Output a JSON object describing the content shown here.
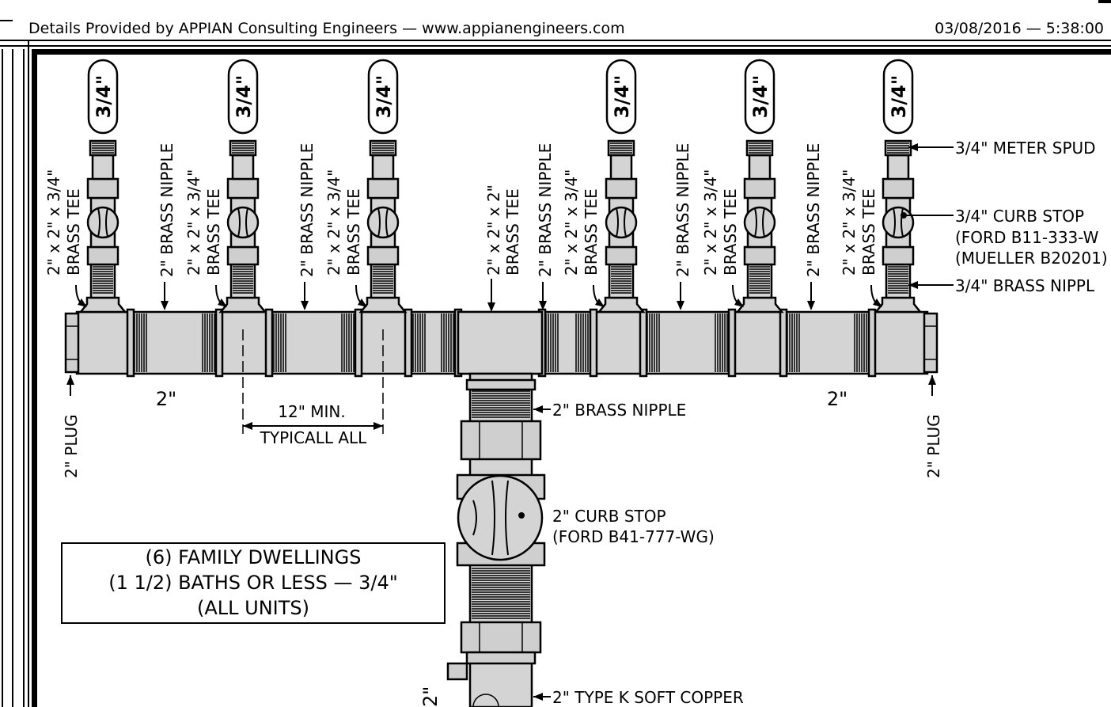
{
  "header": {
    "provider_text": "Details Provided by APPIAN Consulting Engineers — www.appianengineers.com",
    "timestamp": "03/08/2016 — 5:38:00"
  },
  "labels": {
    "service_size": "3/4\"",
    "brass_tee_size": "2\" x 2\" x 3/4\"",
    "brass_tee": "BRASS TEE",
    "brass_nipple_2": "2\" BRASS NIPPLE",
    "center_tee_size": "2\" x 2\" x 2\"",
    "plug": "2\" PLUG",
    "main_size": "2\"",
    "spacing": "12\" MIN.",
    "spacing_note": "TYPICALL ALL",
    "meter_spud": "3/4\" METER SPUD",
    "curb_stop_small": "3/4\" CURB STOP",
    "curb_stop_small_ford": "(FORD B11-333-W",
    "curb_stop_small_mueller": "(MUELLER B20201)",
    "brass_nipple_small": "3/4\" BRASS NIPPL",
    "brass_nipple_vertical": "2\" BRASS NIPPLE",
    "curb_stop_main": "2\" CURB STOP",
    "curb_stop_main_ford": "(FORD B41-777-WG)",
    "copper": "2\" TYPE K SOFT COPPER",
    "copper_size": "2\""
  },
  "note_box": {
    "line1": "(6) FAMILY DWELLINGS",
    "line2": "(1 1/2) BATHS OR LESS — 3/4\"",
    "line3": "(ALL UNITS)"
  }
}
